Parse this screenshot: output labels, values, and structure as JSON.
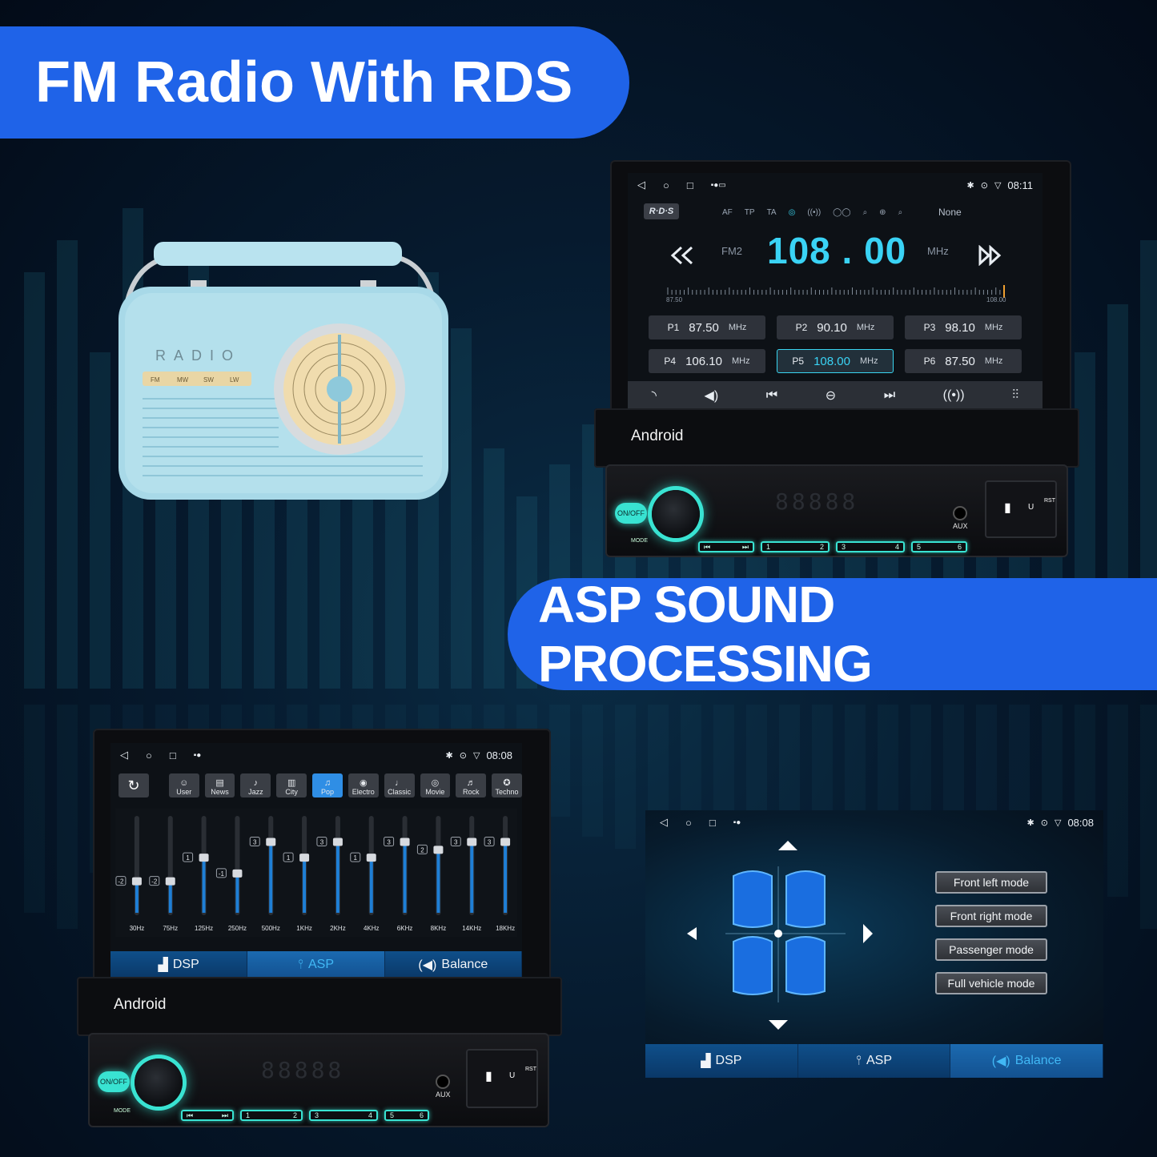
{
  "banners": {
    "fm_title": "FM Radio With RDS",
    "asp_title": "ASP SOUND PROCESSING"
  },
  "retro_radio": {
    "brand": "RADIO",
    "bands": [
      "FM",
      "MW",
      "SW",
      "LW"
    ]
  },
  "radio_unit": {
    "status": {
      "time": "08:11",
      "icons": [
        "back-icon",
        "home-icon",
        "recents-icon",
        "bluetooth-icon",
        "location-icon",
        "wifi-icon"
      ]
    },
    "rds_badge": "R·D·S",
    "rds_options": [
      "AF",
      "TP",
      "TA"
    ],
    "rds_pty": "None",
    "band": "FM2",
    "frequency": "108 . 00",
    "unit": "MHz",
    "scale_min": "87.50",
    "scale_max": "108.00",
    "tuning_position": 1.0,
    "presets": [
      {
        "id": "P1",
        "freq": "87.50",
        "unit": "MHz",
        "active": false
      },
      {
        "id": "P2",
        "freq": "90.10",
        "unit": "MHz",
        "active": false
      },
      {
        "id": "P3",
        "freq": "98.10",
        "unit": "MHz",
        "active": false
      },
      {
        "id": "P4",
        "freq": "106.10",
        "unit": "MHz",
        "active": false
      },
      {
        "id": "P5",
        "freq": "108.00",
        "unit": "MHz",
        "active": true
      },
      {
        "id": "P6",
        "freq": "87.50",
        "unit": "MHz",
        "active": false
      }
    ],
    "controls": [
      "rds-icon",
      "volume-icon",
      "previous-icon",
      "scan-icon",
      "next-icon",
      "broadcast-icon",
      "equalizer-icon"
    ],
    "brand": "Android",
    "aux_label": "AUX",
    "onoff_label": "ON/OFF",
    "mode_label": "MODE",
    "usb_label": "U",
    "rst_label": "RST",
    "face_presets": [
      "1",
      "2",
      "3",
      "4",
      "5",
      "6"
    ]
  },
  "eq_unit": {
    "status": {
      "time": "08:08"
    },
    "modes": [
      {
        "label": "User",
        "glyph": "☺"
      },
      {
        "label": "News",
        "glyph": "▤"
      },
      {
        "label": "Jazz",
        "glyph": "♪"
      },
      {
        "label": "City",
        "glyph": "▥"
      },
      {
        "label": "Pop",
        "glyph": "♫"
      },
      {
        "label": "Electro",
        "glyph": "◉"
      },
      {
        "label": "Classic",
        "glyph": "♩"
      },
      {
        "label": "Movie",
        "glyph": "◎"
      },
      {
        "label": "Rock",
        "glyph": "♬"
      },
      {
        "label": "Techno",
        "glyph": "✪"
      }
    ],
    "active_mode": "Pop",
    "bands": [
      "30Hz",
      "75Hz",
      "125Hz",
      "250Hz",
      "500Hz",
      "1KHz",
      "2KHz",
      "4KHz",
      "6KHz",
      "8KHz",
      "14KHz",
      "18KHz"
    ],
    "gains": [
      -2,
      -2,
      1,
      -1,
      3,
      1,
      3,
      1,
      3,
      2,
      3,
      3
    ],
    "tabs": [
      "DSP",
      "ASP",
      "Balance"
    ],
    "active_tab": "ASP",
    "brand": "Android",
    "aux_label": "AUX",
    "onoff_label": "ON/OFF",
    "mode_label": "MODE",
    "usb_label": "U",
    "rst_label": "RST",
    "face_presets": [
      "1",
      "2",
      "3",
      "4",
      "5",
      "6"
    ]
  },
  "balance_screen": {
    "status": {
      "time": "08:08"
    },
    "modes": [
      "Front left mode",
      "Front right mode",
      "Passenger mode",
      "Full vehicle mode"
    ],
    "tabs": [
      "DSP",
      "ASP",
      "Balance"
    ],
    "active_tab": "Balance"
  },
  "colors": {
    "banner_blue": "#1f63e8",
    "accent_cyan": "#39e3d2",
    "frequency_blue": "#3ad3f5",
    "tab_blue": "#0f4f8a"
  }
}
